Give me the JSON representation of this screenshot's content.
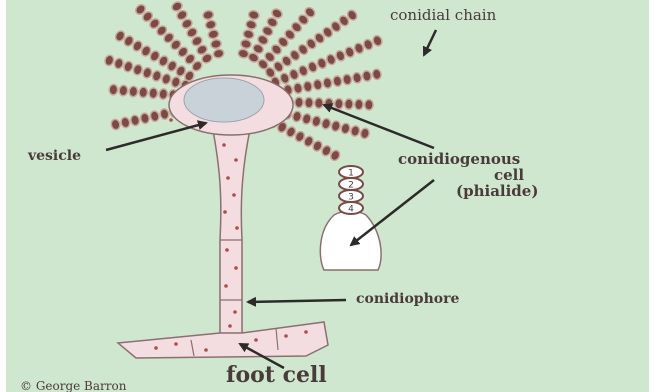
{
  "labels": {
    "conidial_chain": "conidial chain",
    "vesicle": "vesicle",
    "conidiogenous": "conidiogenous",
    "cell": "cell",
    "phialide": "(phialide)",
    "conidiophore": "conidiophore",
    "foot_cell": "foot cell",
    "copyright": "© George Barron"
  },
  "phialide_conidia_numbers": [
    "1",
    "2",
    "3",
    "4"
  ],
  "colors": {
    "background": "#cfe7cf",
    "conidia": "#7b4a45",
    "conidia_ring": "#c9a79d",
    "stalk_fill": "#f3dde0",
    "stalk_outline": "#8c6f6f",
    "stalk_dots": "#b24b4b",
    "vesicle_fill": "#c9d2d8",
    "label_text": "#4a3b3b",
    "conidiogenous_text": "#c28a46",
    "arrow": "#2e2a2a"
  }
}
